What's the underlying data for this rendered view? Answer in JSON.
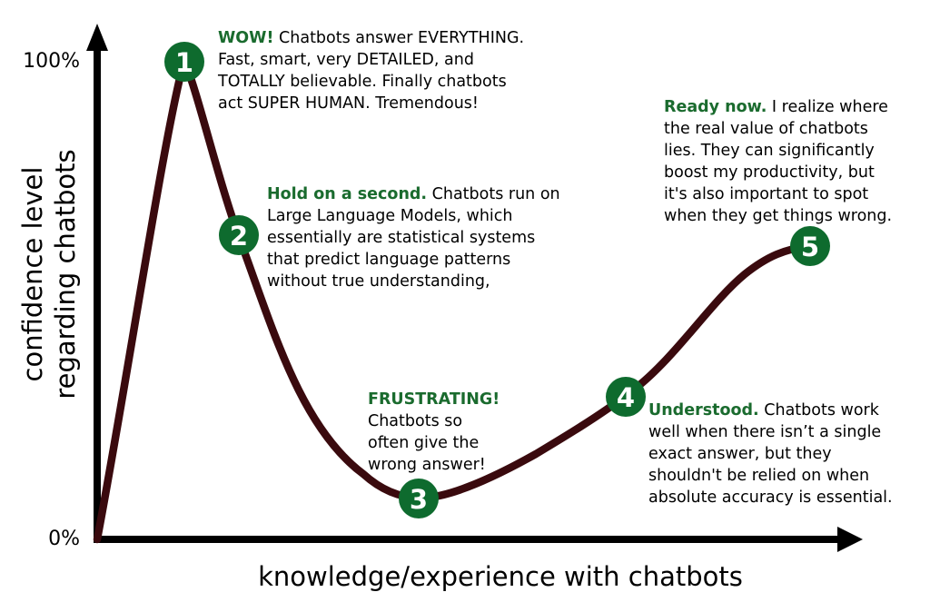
{
  "colors": {
    "curve": "#3a0a0e",
    "marker": "#0e6b2e",
    "highlight": "#1a6b2e",
    "axis": "#000000",
    "marker_text": "#ffffff"
  },
  "axes": {
    "y_top_label": "100%",
    "y_bottom_label": "0%",
    "y_title_line1": "confidence level",
    "y_title_line2": "regarding chatbots",
    "x_title": "knowledge/experience with chatbots"
  },
  "stages": [
    {
      "number": "1",
      "highlight": "WOW!",
      "lines": [
        " Chatbots answer EVERYTHING.",
        "Fast, smart, very DETAILED, and",
        "TOTALLY believable. Finally chatbots",
        "act SUPER HUMAN. Tremendous!"
      ]
    },
    {
      "number": "2",
      "highlight": "Hold on a second.",
      "lines": [
        " Chatbots run on",
        "Large Language Models, which",
        "essentially are statistical systems",
        "that predict language patterns",
        "without true understanding,"
      ]
    },
    {
      "number": "3",
      "highlight": "FRUSTRATING!",
      "lines": [
        "",
        "Chatbots so",
        "often give the",
        "wrong answer!"
      ]
    },
    {
      "number": "4",
      "highlight": "Understood.",
      "lines": [
        " Chatbots work",
        "well when there isn’t a single",
        "exact answer, but they",
        "shouldn't be relied on when",
        "absolute accuracy is essential."
      ]
    },
    {
      "number": "5",
      "highlight": "Ready now.",
      "lines": [
        " I realize where",
        "the real value of chatbots",
        "lies. They can significantly",
        "boost my productivity, but",
        "it's also important to spot",
        "when they get things wrong."
      ]
    }
  ]
}
